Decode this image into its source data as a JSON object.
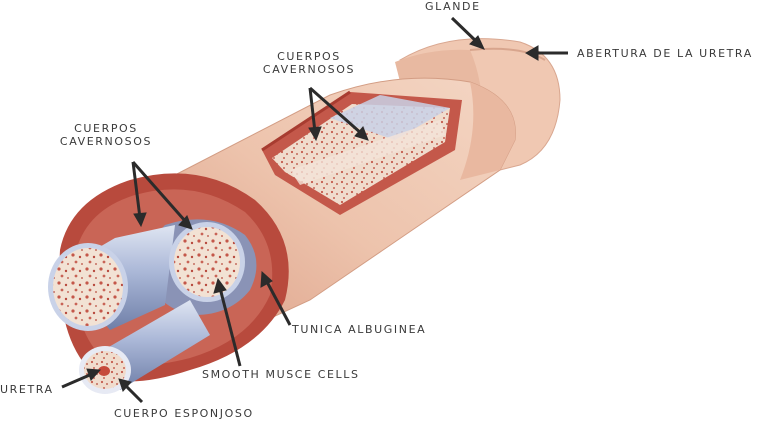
{
  "labels": {
    "glande": "GLANDE",
    "abertura": "ABERTURA DE LA URETRA",
    "cuerpos_top_1": "CUERPOS",
    "cuerpos_top_2": "CAVERNOSOS",
    "cuerpos_left_1": "CUERPOS",
    "cuerpos_left_2": "CAVERNOSOS",
    "tunica": "TUNICA ALBUGINEA",
    "smooth": "SMOOTH MUSCE CELLS",
    "uretra": "URETRA",
    "esponjoso": "CUERPO ESPONJOSO"
  },
  "icons": [
    "arrow-icon"
  ],
  "colors": {
    "skin": "#efc7b0",
    "skin_shadow": "#d9a78f",
    "tissue_red": "#b8473a",
    "tissue_dark": "#9c3227",
    "sponge_bg": "#f3e4d8",
    "sponge_dot": "#c4574a",
    "tube_blue": "#a9b6d6",
    "arrow": "#2b2b2b"
  }
}
